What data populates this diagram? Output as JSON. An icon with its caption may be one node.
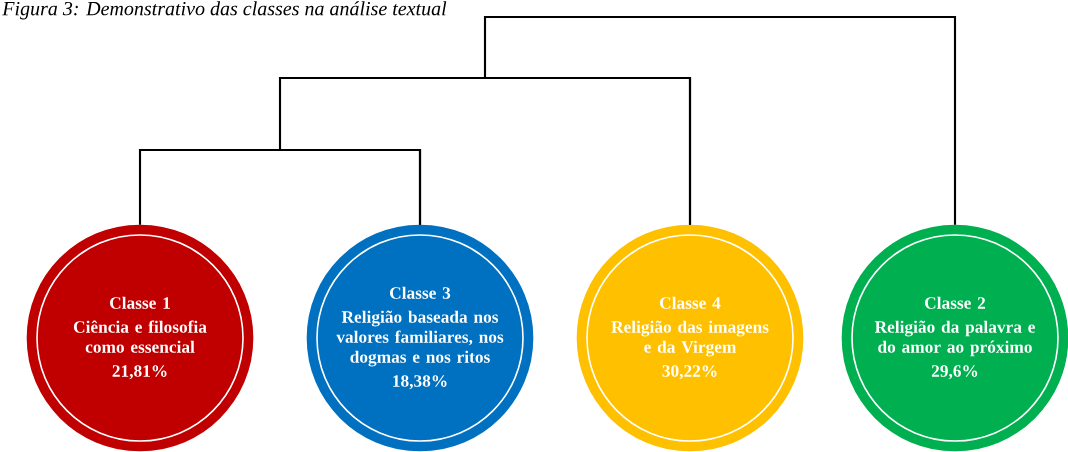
{
  "diagram": {
    "title": "Figura 3: Demonstrativo das classes na análise textual",
    "nodes": [
      {
        "text": [
          "Classe 1",
          "Ciência e filosofia como essencial",
          "21,81%"
        ]
      },
      {
        "text": [
          "Classe 3",
          "Religião baseada nos valores familiares, nos dogmas e nos ritos",
          "18,38%"
        ]
      },
      {
        "text": [
          "Classe 4",
          "Religião das imagens e da Virgem",
          "30,22%"
        ]
      },
      {
        "text": [
          "Classe 2",
          "Religião da palavra e do amor ao próximo",
          "29,6%"
        ]
      }
    ],
    "edges": [
      {
        "from": 0,
        "to": 1,
        "arrow": "none"
      },
      {
        "from": 1,
        "to": 2,
        "arrow": "none"
      },
      {
        "from": 2,
        "to": 3,
        "arrow": "none"
      }
    ]
  }
}
